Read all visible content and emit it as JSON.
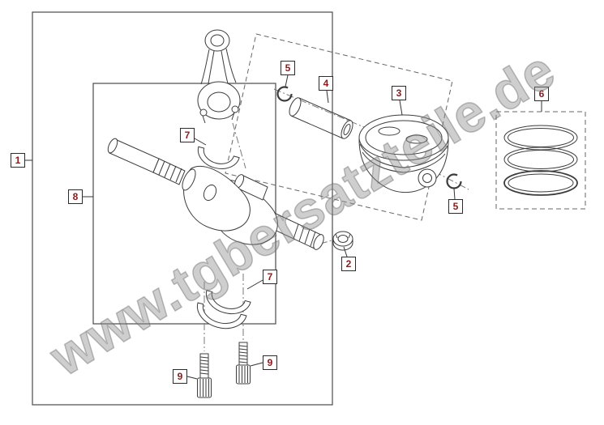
{
  "watermark": {
    "text": "www.tgbersatzteile.de"
  },
  "callouts": {
    "c1": "1",
    "c2": "2",
    "c3": "3",
    "c4": "4",
    "c5a": "5",
    "c5b": "5",
    "c6": "6",
    "c7a": "7",
    "c7b": "7",
    "c8": "8",
    "c9a": "9",
    "c9b": "9"
  },
  "colors": {
    "callout_text": "#8B1A1A",
    "line_art": "#3C3C3C",
    "watermark": "#8C8C8C",
    "background": "#FFFFFF"
  }
}
